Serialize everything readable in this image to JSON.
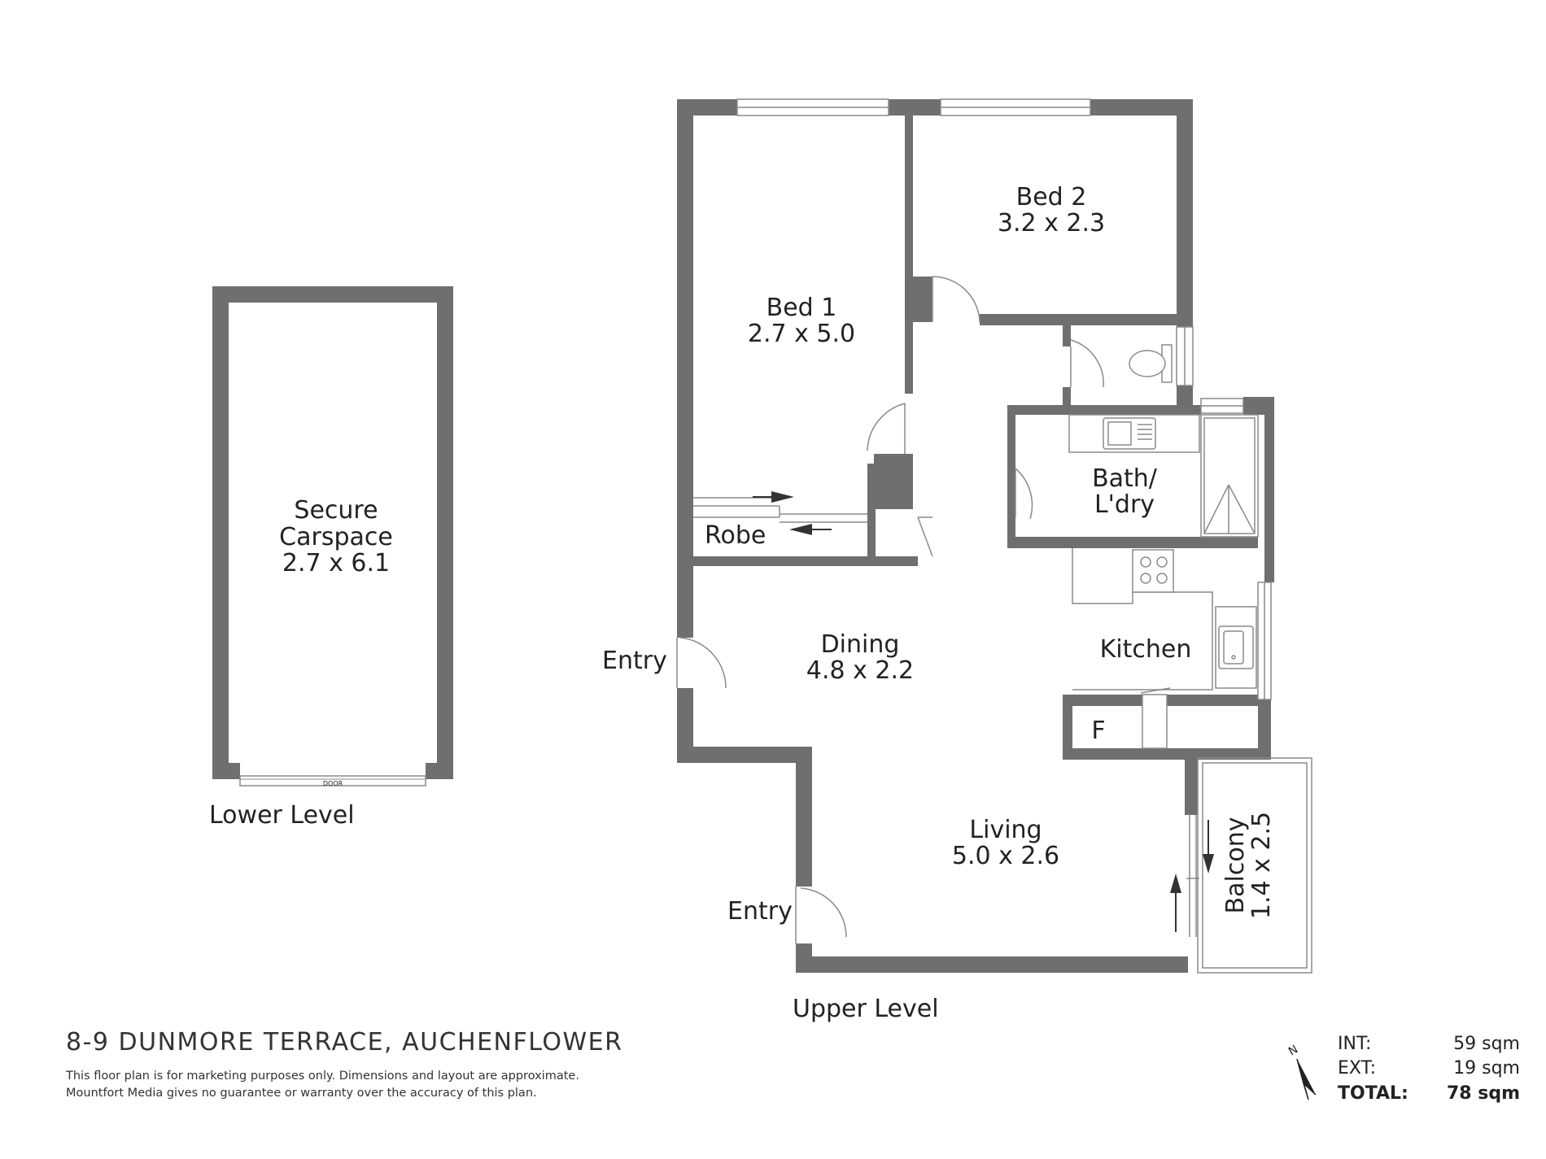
{
  "colors": {
    "wall": "#6f6f6f",
    "line": "#8a8a8a",
    "text": "#222222",
    "background": "#ffffff"
  },
  "rooms": {
    "bed1": {
      "name": "Bed 1",
      "dims": "2.7 x 5.0"
    },
    "bed2": {
      "name": "Bed 2",
      "dims": "3.2 x 2.3"
    },
    "bath": {
      "name_line1": "Bath/",
      "name_line2": "L'dry"
    },
    "robe": {
      "name": "Robe"
    },
    "dining": {
      "name": "Dining",
      "dims": "4.8 x 2.2"
    },
    "kitchen": {
      "name": "Kitchen"
    },
    "fridge": {
      "name": "F"
    },
    "living": {
      "name": "Living",
      "dims": "5.0 x 2.6"
    },
    "balcony": {
      "name": "Balcony",
      "dims": "1.4 x 2.5"
    },
    "carspace": {
      "name_line1": "Secure",
      "name_line2": "Carspace",
      "dims": "2.7 x 6.1"
    }
  },
  "entries": [
    "Entry",
    "Entry"
  ],
  "door_label": "DOOR",
  "levels": {
    "lower": "Lower Level",
    "upper": "Upper Level"
  },
  "address": "8-9 DUNMORE TERRACE, AUCHENFLOWER",
  "disclaimer": [
    "This floor plan is for marketing purposes only. Dimensions and layout are approximate.",
    "Mountfort Media gives no guarantee or warranty over the accuracy of this plan."
  ],
  "areas": [
    {
      "label": "INT:",
      "value": "59 sqm"
    },
    {
      "label": "EXT:",
      "value": "19 sqm"
    },
    {
      "label": "TOTAL:",
      "value": "78 sqm"
    }
  ],
  "compass": {
    "label": "N",
    "icon": "north-arrow-icon"
  }
}
